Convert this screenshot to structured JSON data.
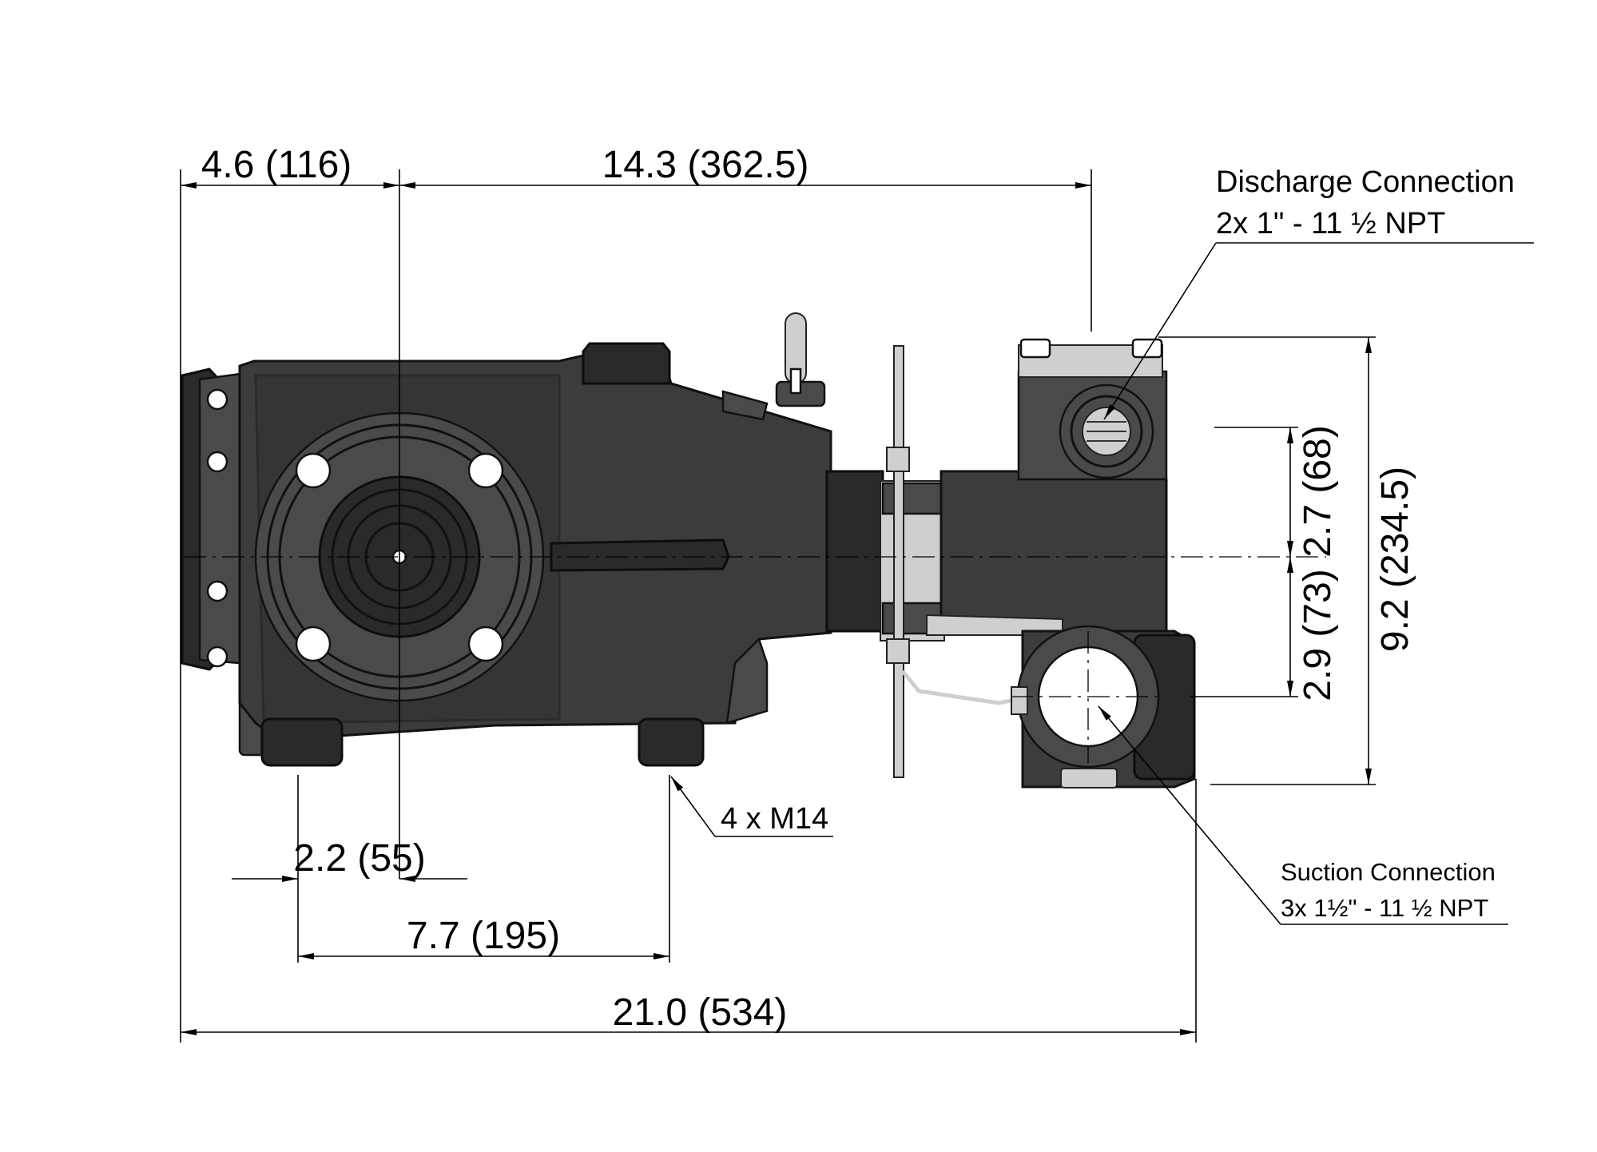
{
  "dimensions": {
    "top_left": "4.6 (116)",
    "top_main": "14.3 (362.5)",
    "bottom_short": "2.2 (55)",
    "bottom_mid": "7.7 (195)",
    "bottom_total": "21.0 (534)",
    "right_upper": "2.7 (68)",
    "right_lower": "2.9 (73)",
    "right_total": "9.2 (234.5)"
  },
  "callouts": {
    "discharge_title": "Discharge Connection",
    "discharge_spec": "2x 1\" - 11 ½ NPT",
    "suction_title": "Suction Connection",
    "suction_spec": "3x 1½\" - 11 ½ NPT",
    "mount_bolts": "4 x M14"
  },
  "colors": {
    "line": "#000000",
    "pump_body": "#3c3c3c",
    "pump_dark": "#2a2a2a",
    "highlight": "#cfcfcf",
    "background": "#ffffff"
  }
}
